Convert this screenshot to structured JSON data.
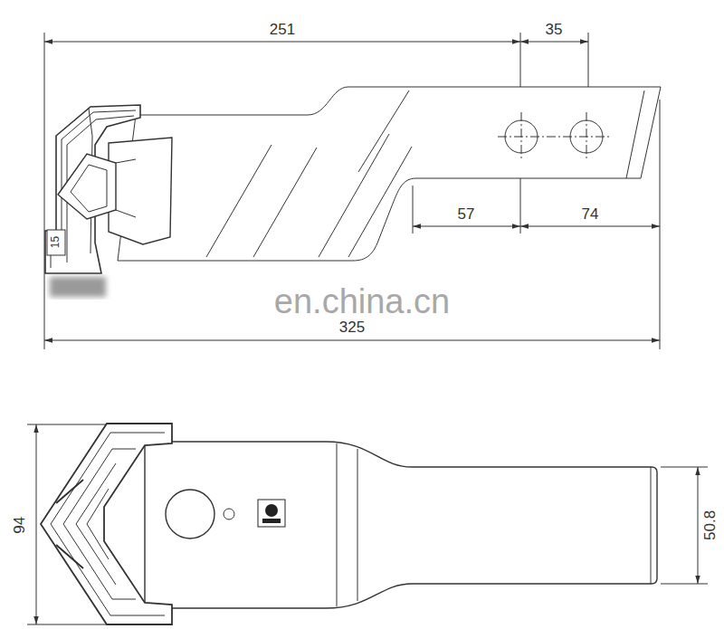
{
  "diagram": {
    "labels": [
      "251",
      "35",
      "57",
      "74",
      "325",
      "94",
      "50.8",
      "15",
      "en.china.cn"
    ]
  }
}
